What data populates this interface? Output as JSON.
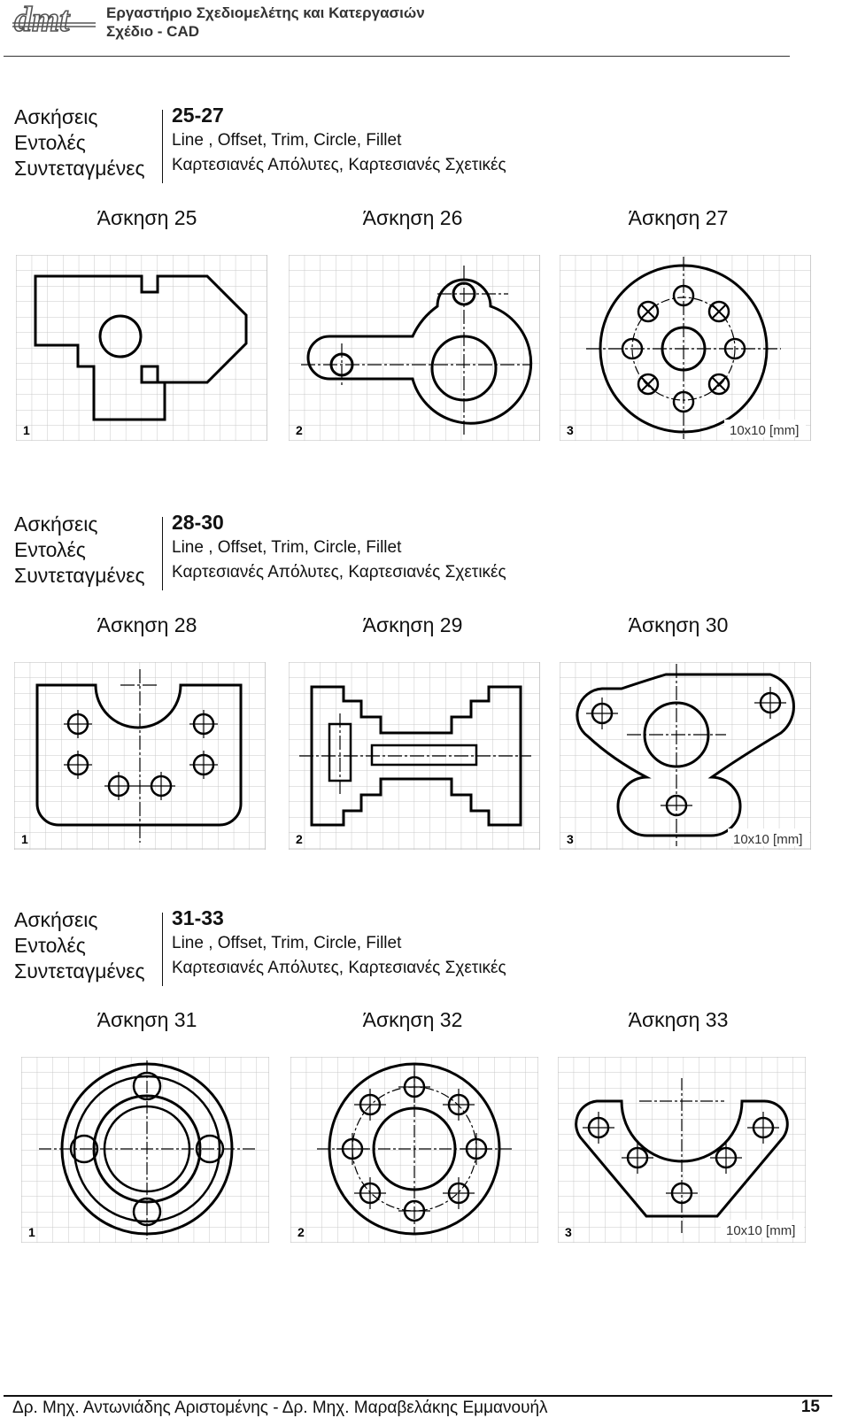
{
  "header": {
    "title_line1": "Εργαστήριο Σχεδιομελέτης και Κατεργασιών",
    "title_line2": "Σχέδιο - CAD",
    "logo_text": "dmt"
  },
  "sections": [
    {
      "labels": {
        "exercises": "Ασκήσεις",
        "commands": "Εντολές",
        "coords": "Συντεταγμένες"
      },
      "range": "25-27",
      "commands": "Line , Offset, Trim, Circle, Fillet",
      "coords": "Καρτεσιανές Απόλυτες, Καρτεσιανές Σχετικές",
      "titles": [
        "Άσκηση 25",
        "Άσκηση 26",
        "Άσκηση 27"
      ],
      "numbers": [
        "1",
        "2",
        "3"
      ],
      "grid_note": "10x10 [mm]"
    },
    {
      "labels": {
        "exercises": "Ασκήσεις",
        "commands": "Εντολές",
        "coords": "Συντεταγμένες"
      },
      "range": "28-30",
      "commands": "Line , Offset, Trim, Circle, Fillet",
      "coords": "Καρτεσιανές Απόλυτες, Καρτεσιανές Σχετικές",
      "titles": [
        "Άσκηση 28",
        "Άσκηση 29",
        "Άσκηση 30"
      ],
      "numbers": [
        "1",
        "2",
        "3"
      ],
      "grid_note": "10x10 [mm]"
    },
    {
      "labels": {
        "exercises": "Ασκήσεις",
        "commands": "Εντολές",
        "coords": "Συντεταγμένες"
      },
      "range": "31-33",
      "commands": "Line , Offset, Trim, Circle, Fillet",
      "coords": "Καρτεσιανές Απόλυτες, Καρτεσιανές Σχετικές",
      "titles": [
        "Άσκηση 31",
        "Άσκηση 32",
        "Άσκηση 33"
      ],
      "numbers": [
        "1",
        "2",
        "3"
      ],
      "grid_note": "10x10 [mm]"
    }
  ],
  "footer": {
    "authors": "Δρ. Μηχ. Αντωνιάδης Αριστομένης - Δρ. Μηχ. Μαραβελάκης Εμμανουήλ",
    "page": "15"
  }
}
